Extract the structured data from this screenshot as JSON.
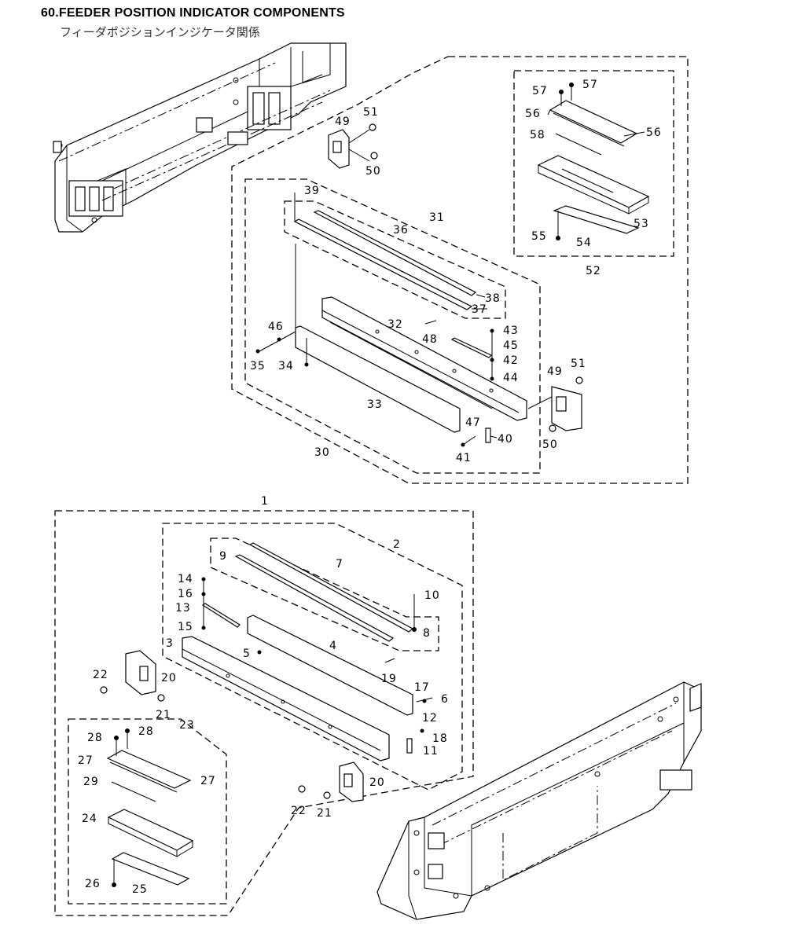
{
  "title": "60.FEEDER POSITION INDICATOR COMPONENTS",
  "subtitle": "フィーダポジションインジケータ関係",
  "labels": {
    "p1": "1",
    "p2": "2",
    "p3": "3",
    "p4": "4",
    "p5": "5",
    "p6": "6",
    "p7": "7",
    "p8": "8",
    "p9": "9",
    "p10": "10",
    "p11": "11",
    "p12": "12",
    "p13": "13",
    "p14": "14",
    "p15": "15",
    "p16": "16",
    "p17": "17",
    "p18": "18",
    "p19": "19",
    "p20a": "20",
    "p20b": "20",
    "p21a": "21",
    "p21b": "21",
    "p22a": "22",
    "p22b": "22",
    "p23": "23",
    "p24": "24",
    "p25": "25",
    "p26": "26",
    "p27a": "27",
    "p27b": "27",
    "p28a": "28",
    "p28b": "28",
    "p29": "29",
    "p30": "30",
    "p31": "31",
    "p32": "32",
    "p33": "33",
    "p34": "34",
    "p35": "35",
    "p36": "36",
    "p37": "37",
    "p38": "38",
    "p39": "39",
    "p40": "40",
    "p41": "41",
    "p42": "42",
    "p43": "43",
    "p44": "44",
    "p45": "45",
    "p46": "46",
    "p47": "47",
    "p48": "48",
    "p49a": "49",
    "p49b": "49",
    "p50a": "50",
    "p50b": "50",
    "p51a": "51",
    "p51b": "51",
    "p52": "52",
    "p53": "53",
    "p54": "54",
    "p55": "55",
    "p56a": "56",
    "p56b": "56",
    "p57a": "57",
    "p57b": "57",
    "p58": "58"
  }
}
